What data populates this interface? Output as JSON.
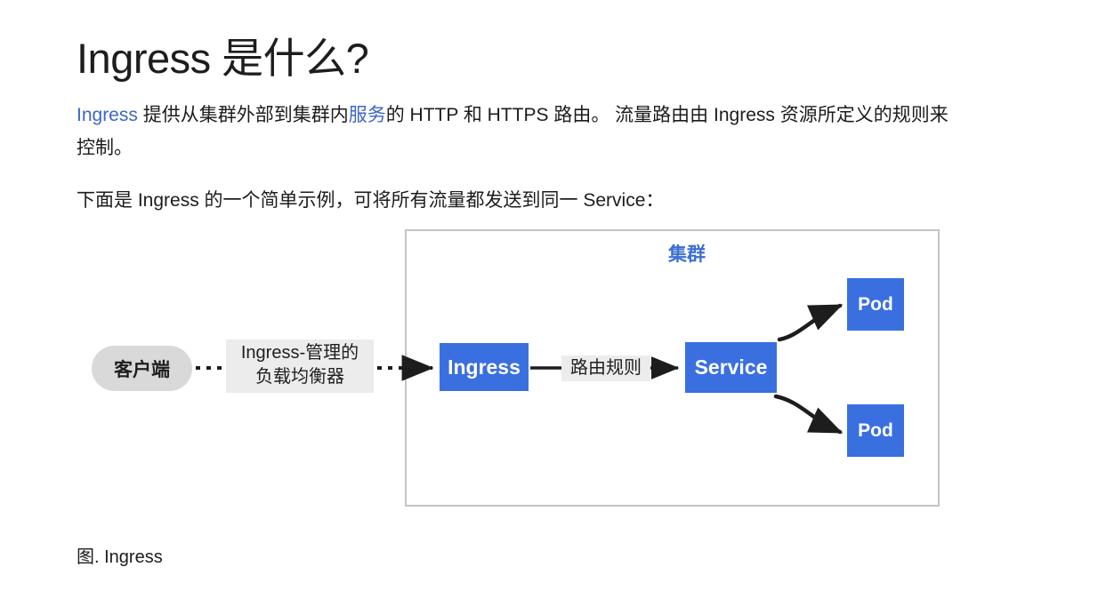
{
  "page": {
    "title": "Ingress 是什么?",
    "paragraphs": {
      "p1_link1": "Ingress",
      "p1_seg1": " 提供从集群外部到集群内",
      "p1_link2": "服务",
      "p1_seg2": "的 HTTP 和 HTTPS 路由。 流量路由由 Ingress 资源所定义的规则来控制。",
      "p2": "下面是 Ingress 的一个简单示例，可将所有流量都发送到同一 Service："
    },
    "caption": "图. Ingress"
  },
  "diagram": {
    "cluster_label": "集群",
    "client_label": "客户端",
    "ingress_label": "Ingress",
    "service_label": "Service",
    "pod_top_label": "Pod",
    "pod_bottom_label": "Pod",
    "edge_lb_label_line1": "Ingress-管理的",
    "edge_lb_label_line2": "负载均衡器",
    "edge_rules_label": "路由规则"
  },
  "colors": {
    "link": "#3C67C4",
    "node_blue": "#3A6FE0",
    "cluster_label_blue": "#3B6FD4",
    "client_gray": "#D9D9D9",
    "label_gray": "#ECECEC",
    "cluster_border": "#C3C3C8",
    "text": "#1C1C1C",
    "background": "#FFFFFF"
  }
}
